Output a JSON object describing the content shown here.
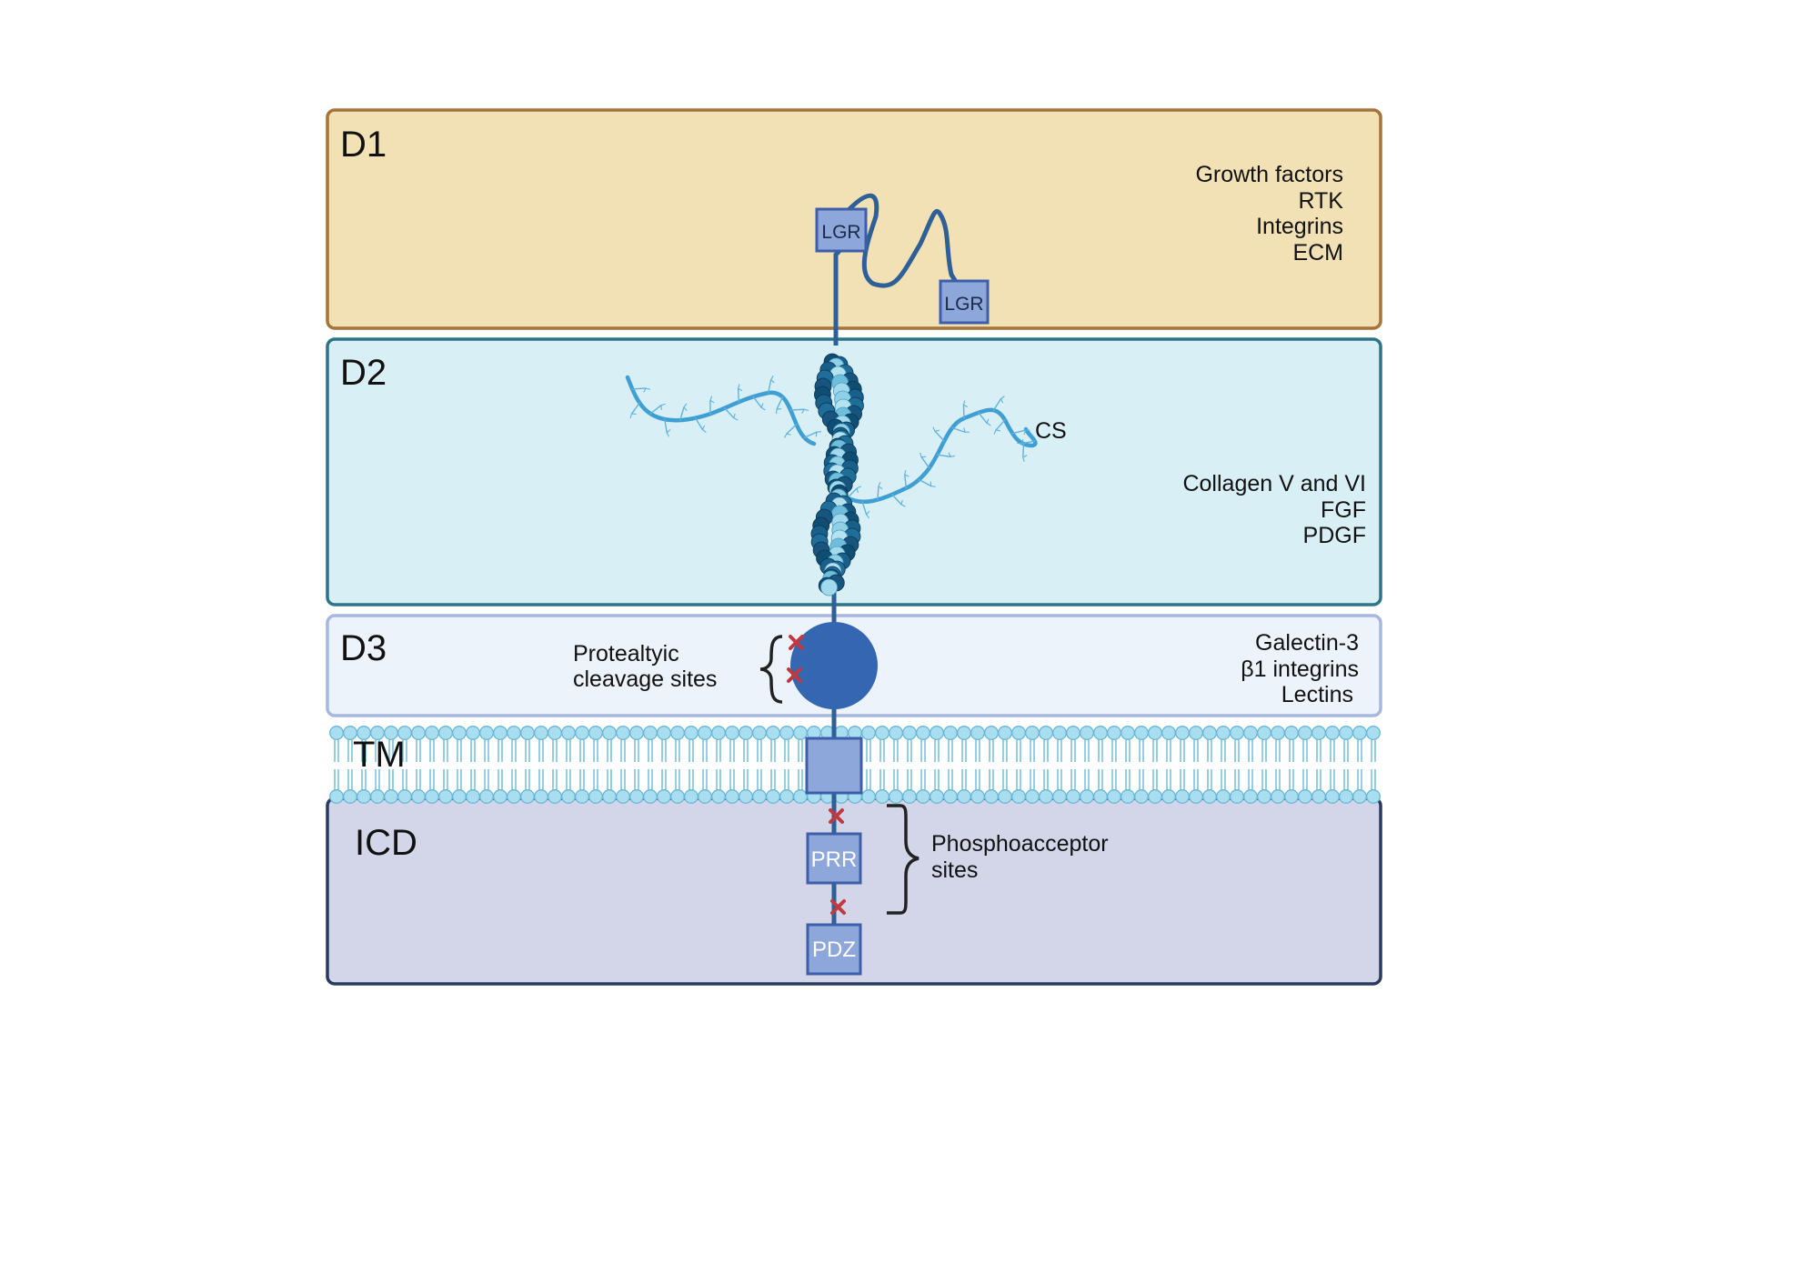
{
  "domains": {
    "d1": {
      "label": "D1",
      "partners": [
        "Growth factors",
        "RTK",
        "Integrins",
        "ECM"
      ],
      "fill": "#f1e1b4",
      "border": "#a67339"
    },
    "d2": {
      "label": "D2",
      "partners": [
        "Collagen V and VI",
        "FGF",
        "PDGF"
      ],
      "chain_label": "CS",
      "fill": "#d8eff5",
      "border": "#2e7488"
    },
    "d3": {
      "label": "D3",
      "partners": [
        "Galectin-3",
        "β1 integrins",
        "Lectins"
      ],
      "annotation": [
        "Protealtyic",
        "cleavage sites"
      ],
      "fill": "#edf3fb",
      "border": "#a7b8df"
    },
    "tm": {
      "label": "TM"
    },
    "icd": {
      "label": "ICD",
      "annotation": [
        "Phosphoacceptor",
        "sites"
      ],
      "fill": "#d2d6e8",
      "border": "#2a3a5e"
    }
  },
  "motifs": {
    "lgr": "LGR",
    "prr": "PRR",
    "pdz": "PDZ"
  },
  "colors": {
    "backbone": "#2e5f97",
    "motif_box": "#8ea7da",
    "motif_box_border": "#3d5ea9",
    "d3_globule": "#3566b1",
    "cs_chain": "#3f9fd3",
    "site_mark": "#c0393f",
    "membrane_head": "#a9def0"
  }
}
